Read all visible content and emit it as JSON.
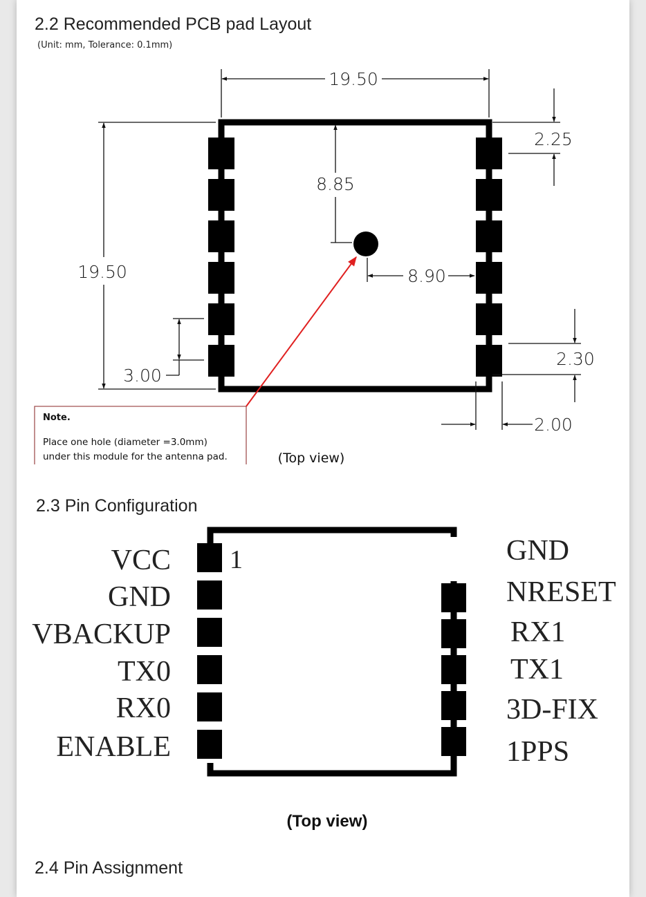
{
  "sections": {
    "pcb_title": "2.2 Recommended PCB pad Layout",
    "pcb_unit": "(Unit: mm, Tolerance: 0.1mm)",
    "pin_config_title": "2.3 Pin Configuration",
    "pin_assign_title": "2.4 Pin Assignment"
  },
  "pcb": {
    "dim_width": "19.50",
    "dim_height": "19.50",
    "dim_hole_vertical": "8.85",
    "dim_hole_horizontal": "8.90",
    "dim_first_pad": "2.25",
    "dim_pad_pitch": "3.00",
    "dim_last_pad": "2.30",
    "dim_pad_width": "2.00",
    "note_title": "Note.",
    "note_line1": "Place one hole (diameter =3.0mm)",
    "note_line2": "under this module for the antenna pad.",
    "view_label": "(Top view)"
  },
  "pin_config": {
    "pin1_marker": "1",
    "left_pins": [
      "VCC",
      "GND",
      "VBACKUP",
      "TX0",
      "RX0",
      "ENABLE"
    ],
    "right_pins": [
      "GND",
      "NRESET",
      "RX1",
      "TX1",
      "3D-FIX",
      "1PPS"
    ],
    "view_label": "(Top view)"
  },
  "colors": {
    "outline": "#000000",
    "arrow": "#e02020",
    "note_border": "#a05050"
  }
}
